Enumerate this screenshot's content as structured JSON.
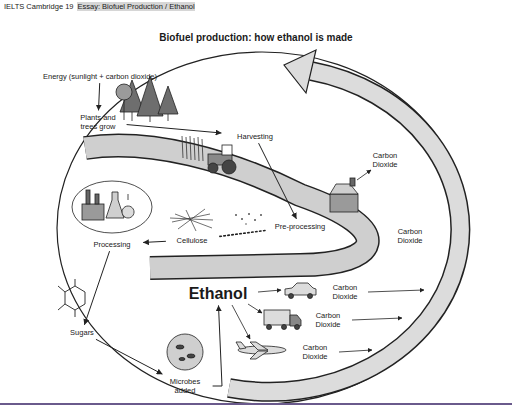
{
  "diagram": {
    "title": "Biofuel production: how ethanol is made",
    "nodes": [
      {
        "text": [
          "Energy (sunlight + carbon dioxide)"
        ]
      },
      {
        "text": [
          "Plants and trees grow"
        ]
      },
      {
        "text": [
          "Harvesting"
        ]
      },
      {
        "text": [
          "Pre-processing"
        ]
      },
      {
        "text": [
          "Cellulose"
        ]
      },
      {
        "text": [
          "Processing"
        ]
      },
      {
        "text": [
          "Sugars"
        ]
      },
      {
        "text": [
          "Microbes added"
        ]
      },
      {
        "text": [
          "Ethanol"
        ]
      }
    ],
    "edges": [
      {
        "from": 0,
        "to": 1,
        "arrow": "to"
      },
      {
        "from": 1,
        "to": 2,
        "arrow": "to"
      },
      {
        "from": 2,
        "to": 3,
        "arrow": "to"
      },
      {
        "from": 3,
        "to": 4,
        "arrow": "none"
      },
      {
        "from": 4,
        "to": 5,
        "arrow": "to"
      },
      {
        "from": 5,
        "to": 6,
        "arrow": "to"
      },
      {
        "from": 6,
        "to": 7,
        "arrow": "to"
      },
      {
        "from": 7,
        "to": 8,
        "arrow": "to"
      }
    ],
    "labels": [
      "IELTS Cambridge 19",
      "Essay: Biofuel Production / Ethanol",
      "Carbon Dioxide",
      "Carbon Dioxide",
      "Carbon Dioxide",
      "Carbon Dioxide",
      "Carbon Dioxide"
    ]
  }
}
